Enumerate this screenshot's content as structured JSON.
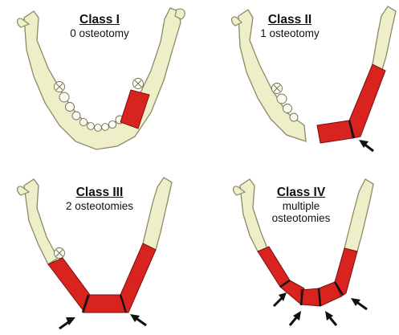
{
  "panels": [
    {
      "title": "Class I",
      "subtitle": "0 osteotomy"
    },
    {
      "title": "Class II",
      "subtitle": "1 osteotomy"
    },
    {
      "title": "Class III",
      "subtitle": "2 osteotomies"
    },
    {
      "title": "Class IV",
      "subtitle_line1": "multiple",
      "subtitle_line2": "osteotomies"
    }
  ],
  "colors": {
    "bone_fill": "#eeeec8",
    "bone_stroke": "#8a8a66",
    "graft_fill": "#d8231f",
    "arrow": "#111111"
  }
}
